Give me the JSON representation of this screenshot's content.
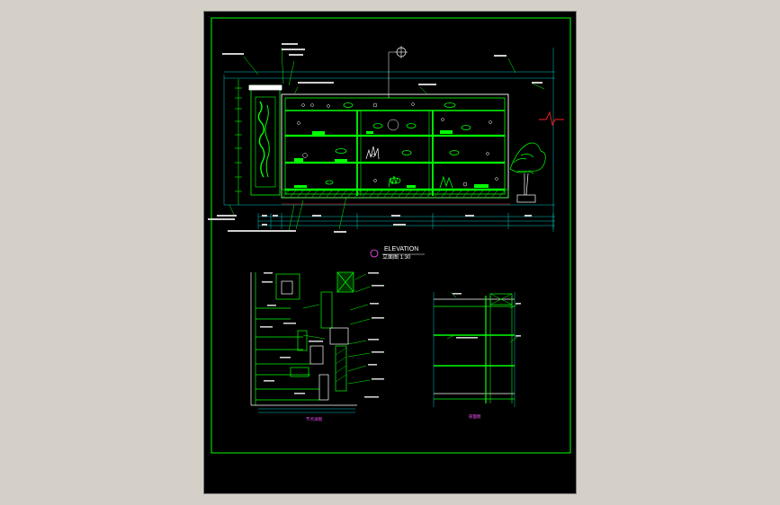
{
  "drawing": {
    "elevation_title": "ELEVATION",
    "elevation_scale": "立面图 1:30",
    "section_left_caption": "节点详图",
    "section_right_caption": "剖面图",
    "colors": {
      "background": "#000000",
      "frame": "#00ff00",
      "accent_red": "#ff2020",
      "dim": "#00c8c8",
      "label": "#cfcfcf",
      "caption": "#ff55ff"
    }
  }
}
